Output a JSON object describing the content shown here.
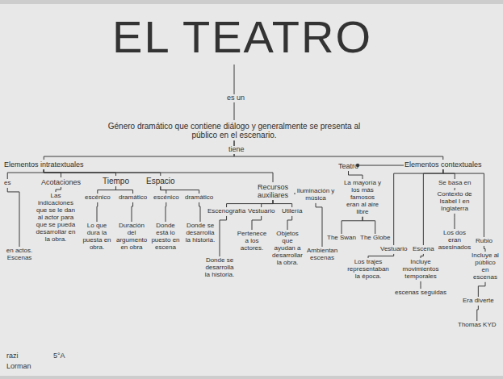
{
  "diagram": {
    "title": "EL TEATRO",
    "nodes": [
      {
        "text": [
          "Género dramático que contiene diálogo y generalmente se presenta al público en el escenario."
        ]
      },
      {
        "text": [
          "Elementos intratextuales"
        ]
      },
      {
        "text": [
          "Teatro"
        ]
      },
      {
        "text": [
          "Elementos contextuales"
        ]
      },
      {
        "text": [
          "es"
        ]
      },
      {
        "text": [
          "Acotaciones"
        ]
      },
      {
        "text": [
          "Tiempo"
        ]
      },
      {
        "text": [
          "Espacio"
        ]
      },
      {
        "text": [
          "Recursos auxiliares"
        ]
      },
      {
        "text": [
          "Iluminación y música"
        ]
      },
      {
        "text": [
          "La mayoría y los más famosos eran al aire libre"
        ]
      },
      {
        "text": [
          "Se basa en"
        ]
      },
      {
        "text": [
          "Las indicaciones que se le dan al actor para que se pueda desarrollar en la obra."
        ]
      },
      {
        "text": [
          "escénico"
        ]
      },
      {
        "text": [
          "dramático"
        ]
      },
      {
        "text": [
          "escénico"
        ]
      },
      {
        "text": [
          "dramático"
        ]
      },
      {
        "text": [
          "Escenografía"
        ]
      },
      {
        "text": [
          "Vestuario"
        ]
      },
      {
        "text": [
          "Utilería"
        ]
      },
      {
        "text": [
          "Ambientan escenas"
        ]
      },
      {
        "text": [
          "Contexto de Isabel I en Inglaterra"
        ]
      },
      {
        "text": [
          "Lo que dura la puesta en obra."
        ]
      },
      {
        "text": [
          "Duración del argumento en obra"
        ]
      },
      {
        "text": [
          "Donde está lo puesto en escena"
        ]
      },
      {
        "text": [
          "Donde se desarrolla la historia."
        ]
      },
      {
        "text": [
          "Pertenece a los actores."
        ]
      },
      {
        "text": [
          "Objetos que ayudan a desarrollar la obra."
        ]
      },
      {
        "text": [
          "Los dos eran asesinados"
        ]
      },
      {
        "text": [
          "The Swan"
        ]
      },
      {
        "text": [
          "The Globe"
        ]
      },
      {
        "text": [
          "Rubio"
        ]
      },
      {
        "text": [
          "Vestuario"
        ]
      },
      {
        "text": [
          "Escena"
        ]
      },
      {
        "text": [
          "en actos. Escenas"
        ]
      },
      {
        "text": [
          "Incluye al público en escenas"
        ]
      },
      {
        "text": [
          "Los trajes representaban la época."
        ]
      },
      {
        "text": [
          "Incluye movimientos temporales"
        ]
      },
      {
        "text": [
          "Donde se desarrolla la historia."
        ]
      },
      {
        "text": [
          "escenas seguidas"
        ]
      },
      {
        "text": [
          "Era diverte"
        ]
      },
      {
        "text": [
          "Thomas KYD"
        ]
      }
    ],
    "edges": [
      {
        "from": 0,
        "to": 1,
        "arrow": "none"
      },
      {
        "from": 0,
        "to": 3,
        "arrow": "none"
      },
      {
        "from": 3,
        "to": 2,
        "arrow": "none"
      },
      {
        "from": 1,
        "to": 4,
        "arrow": "none"
      },
      {
        "from": 1,
        "to": 5,
        "arrow": "none"
      },
      {
        "from": 1,
        "to": 6,
        "arrow": "none"
      },
      {
        "from": 1,
        "to": 7,
        "arrow": "none"
      },
      {
        "from": 1,
        "to": 8,
        "arrow": "none"
      },
      {
        "from": 2,
        "to": 10,
        "arrow": "none"
      },
      {
        "from": 3,
        "to": 11,
        "arrow": "none"
      },
      {
        "from": 3,
        "to": 31,
        "arrow": "none"
      },
      {
        "from": 3,
        "to": 32,
        "arrow": "none"
      },
      {
        "from": 3,
        "to": 33,
        "arrow": "none"
      },
      {
        "from": 4,
        "to": 34,
        "arrow": "none"
      },
      {
        "from": 5,
        "to": 12,
        "arrow": "none"
      },
      {
        "from": 6,
        "to": 13,
        "arrow": "none"
      },
      {
        "from": 6,
        "to": 14,
        "arrow": "none"
      },
      {
        "from": 7,
        "to": 15,
        "arrow": "none"
      },
      {
        "from": 7,
        "to": 16,
        "arrow": "none"
      },
      {
        "from": 8,
        "to": 17,
        "arrow": "none"
      },
      {
        "from": 8,
        "to": 18,
        "arrow": "none"
      },
      {
        "from": 8,
        "to": 19,
        "arrow": "none"
      },
      {
        "from": 8,
        "to": 9,
        "arrow": "none"
      },
      {
        "from": 9,
        "to": 20,
        "arrow": "none"
      },
      {
        "from": 10,
        "to": 29,
        "arrow": "none"
      },
      {
        "from": 10,
        "to": 30,
        "arrow": "none"
      },
      {
        "from": 11,
        "to": 21,
        "arrow": "none"
      },
      {
        "from": 21,
        "to": 28,
        "arrow": "none"
      },
      {
        "from": 13,
        "to": 22,
        "arrow": "none"
      },
      {
        "from": 14,
        "to": 23,
        "arrow": "none"
      },
      {
        "from": 15,
        "to": 24,
        "arrow": "none"
      },
      {
        "from": 16,
        "to": 25,
        "arrow": "none"
      },
      {
        "from": 17,
        "to": 38,
        "arrow": "none"
      },
      {
        "from": 18,
        "to": 26,
        "arrow": "none"
      },
      {
        "from": 19,
        "to": 27,
        "arrow": "none"
      },
      {
        "from": 31,
        "to": 35,
        "arrow": "none"
      },
      {
        "from": 35,
        "to": 40,
        "arrow": "none"
      },
      {
        "from": 40,
        "to": 41,
        "arrow": "none"
      },
      {
        "from": 32,
        "to": 36,
        "arrow": "none"
      },
      {
        "from": 33,
        "to": 37,
        "arrow": "none"
      },
      {
        "from": 37,
        "to": 39,
        "arrow": "none"
      }
    ],
    "labels": [
      "es un",
      "tiene",
      "razi",
      "5°A",
      "Lorman"
    ]
  }
}
